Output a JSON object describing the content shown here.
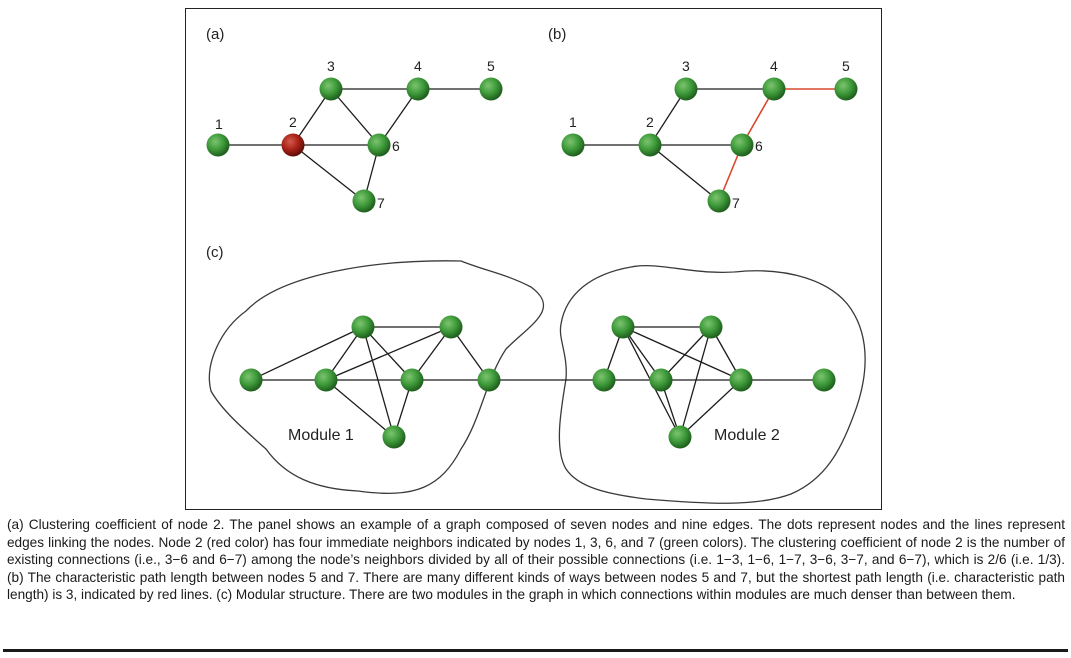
{
  "colors": {
    "node_green": "#3e9a3a",
    "node_green_dark": "#1f5f1d",
    "node_red": "#a82218",
    "edge": "#1c1c1c",
    "edge_path": "#d9482c"
  },
  "panel_a": {
    "label": "(a)",
    "nodes": [
      {
        "id": "1",
        "label": "1",
        "color": "green"
      },
      {
        "id": "2",
        "label": "2",
        "color": "red"
      },
      {
        "id": "3",
        "label": "3",
        "color": "green"
      },
      {
        "id": "4",
        "label": "4",
        "color": "green"
      },
      {
        "id": "5",
        "label": "5",
        "color": "green"
      },
      {
        "id": "6",
        "label": "6",
        "color": "green"
      },
      {
        "id": "7",
        "label": "7",
        "color": "green"
      }
    ],
    "edges": [
      [
        "1",
        "2"
      ],
      [
        "2",
        "3"
      ],
      [
        "2",
        "6"
      ],
      [
        "2",
        "7"
      ],
      [
        "3",
        "4"
      ],
      [
        "3",
        "6"
      ],
      [
        "4",
        "5"
      ],
      [
        "4",
        "6"
      ],
      [
        "6",
        "7"
      ]
    ]
  },
  "panel_b": {
    "label": "(b)",
    "nodes": [
      {
        "id": "1",
        "label": "1"
      },
      {
        "id": "2",
        "label": "2"
      },
      {
        "id": "3",
        "label": "3"
      },
      {
        "id": "4",
        "label": "4"
      },
      {
        "id": "5",
        "label": "5"
      },
      {
        "id": "6",
        "label": "6"
      },
      {
        "id": "7",
        "label": "7"
      }
    ],
    "edges": [
      [
        "1",
        "2"
      ],
      [
        "2",
        "3"
      ],
      [
        "2",
        "6"
      ],
      [
        "2",
        "7"
      ],
      [
        "3",
        "4"
      ]
    ],
    "path_edges": [
      [
        "5",
        "4"
      ],
      [
        "4",
        "6"
      ],
      [
        "6",
        "7"
      ]
    ]
  },
  "panel_c": {
    "label": "(c)",
    "module_1_label": "Module 1",
    "module_2_label": "Module 2"
  },
  "caption": "(a) Clustering coefficient of node 2. The panel shows an example of a graph composed of seven nodes and nine edges. The dots represent nodes and the lines represent edges linking the nodes. Node 2 (red color) has four immediate neighbors indicated by nodes 1, 3, 6, and 7 (green colors). The clustering coefficient of node 2 is the number of existing connections (i.e., 3−6 and 6−7) among the node’s neighbors divided by all of their possible connections (i.e. 1−3, 1−6, 1−7, 3−6, 3−7, and 6−7), which is 2/6 (i.e. 1/3). (b) The characteristic path length between nodes 5 and 7. There are many different kinds of ways between nodes 5 and 7, but the shortest path length (i.e. characteristic path length) is 3, indicated by red lines. (c) Modular structure. There are two modules in the graph in which connections within modules are much denser than between them."
}
